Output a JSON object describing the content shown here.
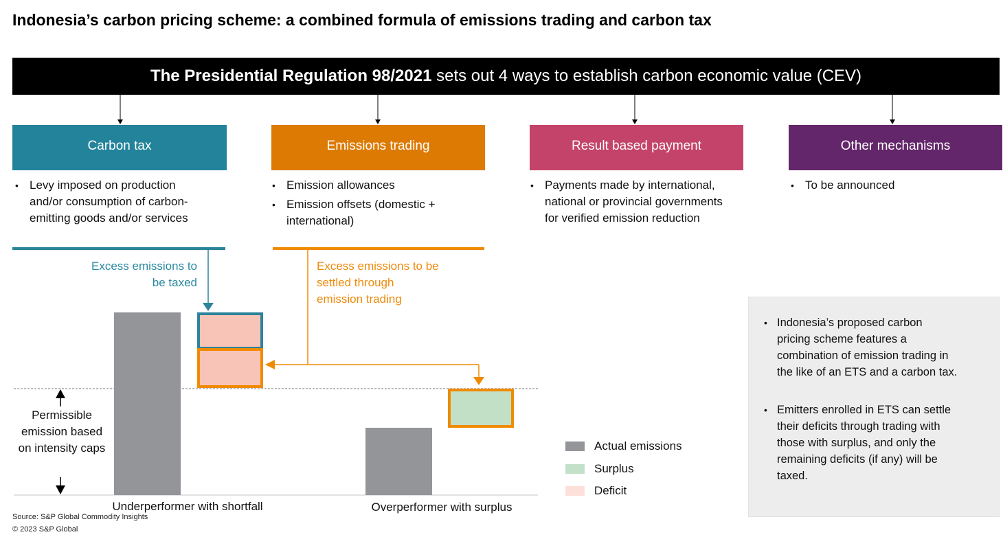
{
  "title": "Indonesia’s carbon pricing scheme: a combined formula of emissions trading and carbon tax",
  "banner": {
    "bold": "The Presidential Regulation 98/2021",
    "rest": " sets out 4 ways to establish carbon economic value (CEV)"
  },
  "mechanisms": [
    {
      "label": "Carbon tax",
      "color": "#23839b",
      "bullets": [
        [
          "Levy imposed on production",
          "and/or consumption of carbon-",
          "emitting goods and/or services"
        ]
      ]
    },
    {
      "label": "Emissions trading",
      "color": "#dd7a04",
      "bullets": [
        [
          "Emission allowances"
        ],
        [
          "Emission offsets (domestic +",
          "international)"
        ]
      ]
    },
    {
      "label": "Result based payment",
      "color": "#c4436a",
      "bullets": [
        [
          "Payments made by international,",
          "national or provincial governments",
          "for verified emission reduction"
        ]
      ]
    },
    {
      "label": "Other mechanisms",
      "color": "#63266a",
      "bullets": [
        [
          "To be announced"
        ]
      ]
    }
  ],
  "bullet_glyph": "•",
  "diagram": {
    "tax_annotation": [
      "Excess emissions to",
      "be taxed"
    ],
    "trading_annotation": [
      "Excess emissions to be",
      "settled through",
      "emission trading"
    ],
    "cap_annotation": [
      "Permissible",
      "emission based",
      "on intensity caps"
    ],
    "categories": [
      "Underperformer with shortfall",
      "Overperformer with surplus"
    ],
    "colors": {
      "tax": "#2b8499",
      "trading": "#f08a00",
      "actual": "#939598",
      "deficit_fill": "#f9c4b8",
      "surplus_fill": "#c2e0c6"
    }
  },
  "legend": [
    {
      "label": "Actual emissions",
      "color": "#939598"
    },
    {
      "label": "Surplus",
      "color": "#c3e1c8"
    },
    {
      "label": "Deficit",
      "color": "#fde0da"
    }
  ],
  "notes": [
    [
      "Indonesia’s proposed carbon",
      "pricing scheme features a",
      "combination of emission trading in",
      "the like of an ETS and a carbon tax."
    ],
    [
      "Emitters enrolled in ETS can settle",
      "their deficits through trading with",
      "those with surplus, and only the",
      "remaining deficits (if any) will be",
      "taxed."
    ]
  ],
  "source": "Source: S&P Global  Commodity Insights",
  "copyright": "© 2023 S&P Global"
}
